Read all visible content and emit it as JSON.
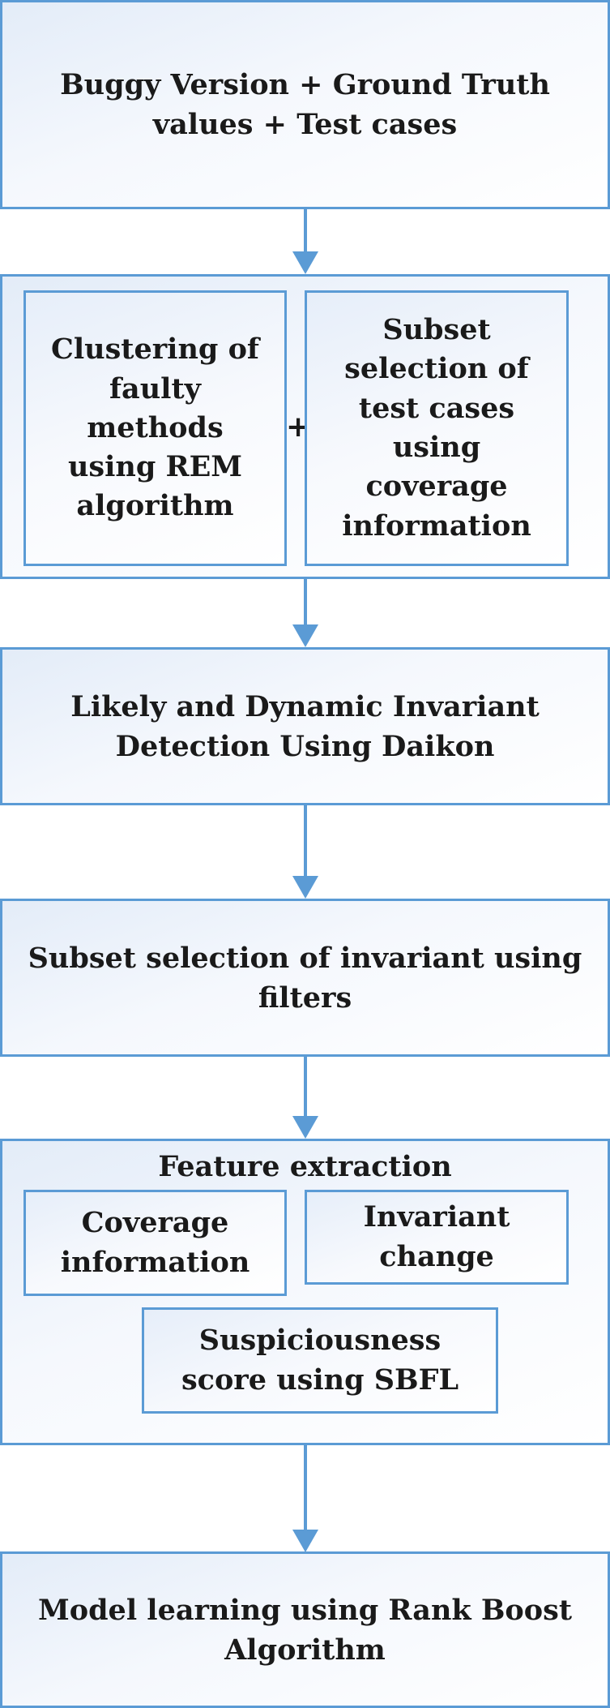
{
  "steps": {
    "input": {
      "text": "Buggy Version + Ground Truth\nvalues + Test cases"
    },
    "selection": {
      "clustering": "Clustering of\nfaulty\nmethods\nusing REM\nalgorithm",
      "plus": "+",
      "subset_tests": "Subset\nselection of\ntest cases\nusing\ncoverage\ninformation"
    },
    "invariant_detection": {
      "text": "Likely and Dynamic Invariant\nDetection Using Daikon"
    },
    "invariant_subset": {
      "text": "Subset selection of invariant using\nfilters"
    },
    "features": {
      "title": "Feature extraction",
      "coverage": "Coverage\ninformation",
      "invariant_change": "Invariant\nchange",
      "suspiciousness": "Suspiciousness\nscore using SBFL"
    },
    "model": {
      "text": "Model learning using Rank Boost\nAlgorithm"
    }
  },
  "colors": {
    "border": "#5b9bd5",
    "arrow": "#5b9bd5",
    "text": "#1a1a1a"
  }
}
